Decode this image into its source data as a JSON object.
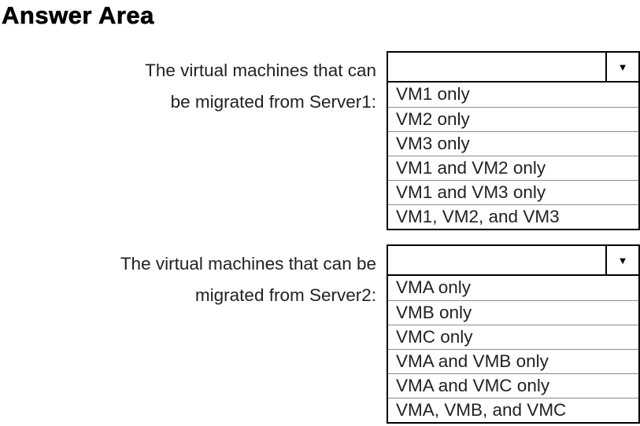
{
  "page": {
    "title": "Answer Area"
  },
  "icons": {
    "dropdown_arrow": "▼"
  },
  "questions": [
    {
      "label_line1": "The virtual machines that can",
      "label_line2": "be migrated from Server1:",
      "selected_value": "",
      "options": [
        "VM1 only",
        "VM2 only",
        "VM3 only",
        "VM1 and VM2 only",
        "VM1 and VM3 only",
        "VM1, VM2, and VM3"
      ]
    },
    {
      "label_line1": "The virtual machines that can be",
      "label_line2": "migrated from Server2:",
      "selected_value": "",
      "options": [
        "VMA only",
        "VMB only",
        "VMC only",
        "VMA and VMB only",
        "VMA and VMC only",
        "VMA, VMB, and VMC"
      ]
    }
  ]
}
